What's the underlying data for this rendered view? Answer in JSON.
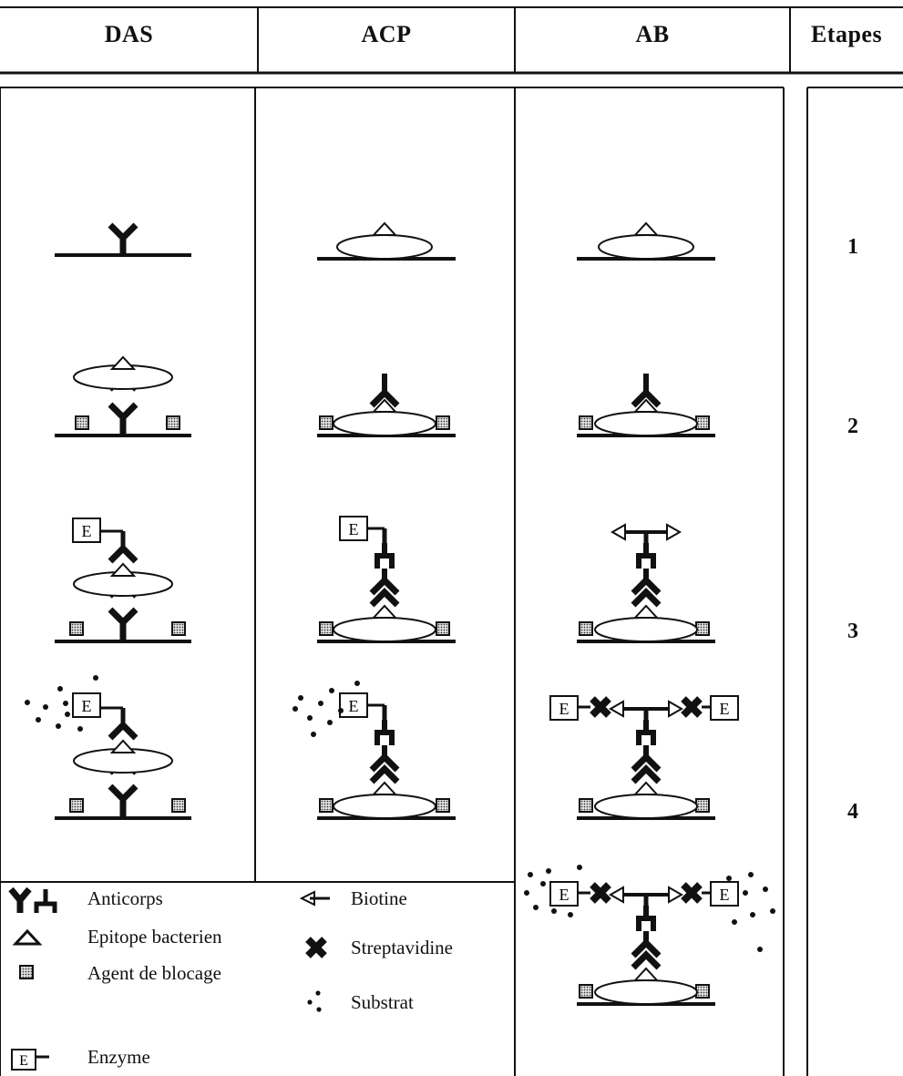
{
  "columns": {
    "das": "DAS",
    "acp": "ACP",
    "ab": "AB",
    "etapes": "Etapes"
  },
  "steps": [
    "1",
    "2",
    "3",
    "4"
  ],
  "enzyme_letter": "E",
  "legend": {
    "anticorps": "Anticorps",
    "epitope": "Epitope bacterien",
    "blocage": "Agent de blocage",
    "enzyme": "Enzyme",
    "biotine": "Biotine",
    "streptavidine": "Streptavidine",
    "substrat": "Substrat"
  }
}
